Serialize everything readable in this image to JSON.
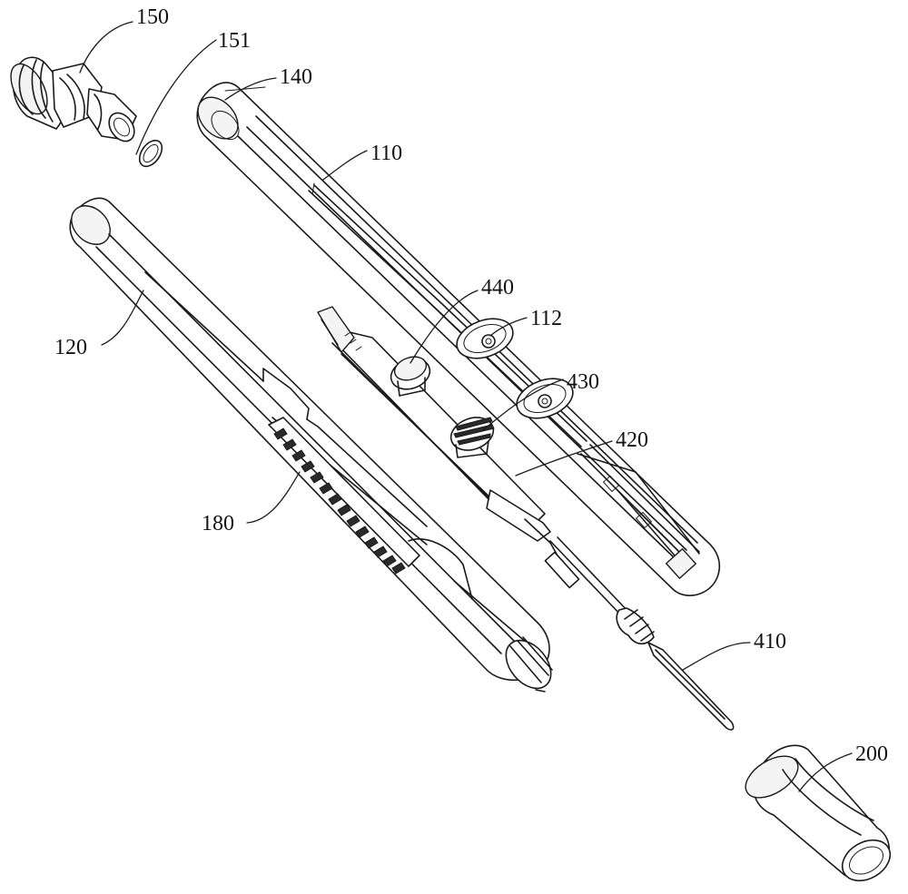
{
  "labels": {
    "l150": "150",
    "l151": "151",
    "l140": "140",
    "l110": "110",
    "l120": "120",
    "l440": "440",
    "l112": "112",
    "l430": "430",
    "l420": "420",
    "l180": "180",
    "l410": "410",
    "l200": "200"
  }
}
